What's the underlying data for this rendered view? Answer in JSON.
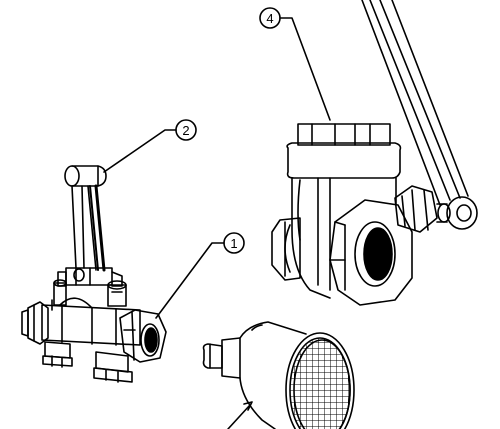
{
  "callouts": [
    {
      "number": "1"
    },
    {
      "number": "2"
    },
    {
      "number": "4"
    }
  ],
  "colors": {
    "ink": "#000000",
    "paper": "#ffffff"
  }
}
